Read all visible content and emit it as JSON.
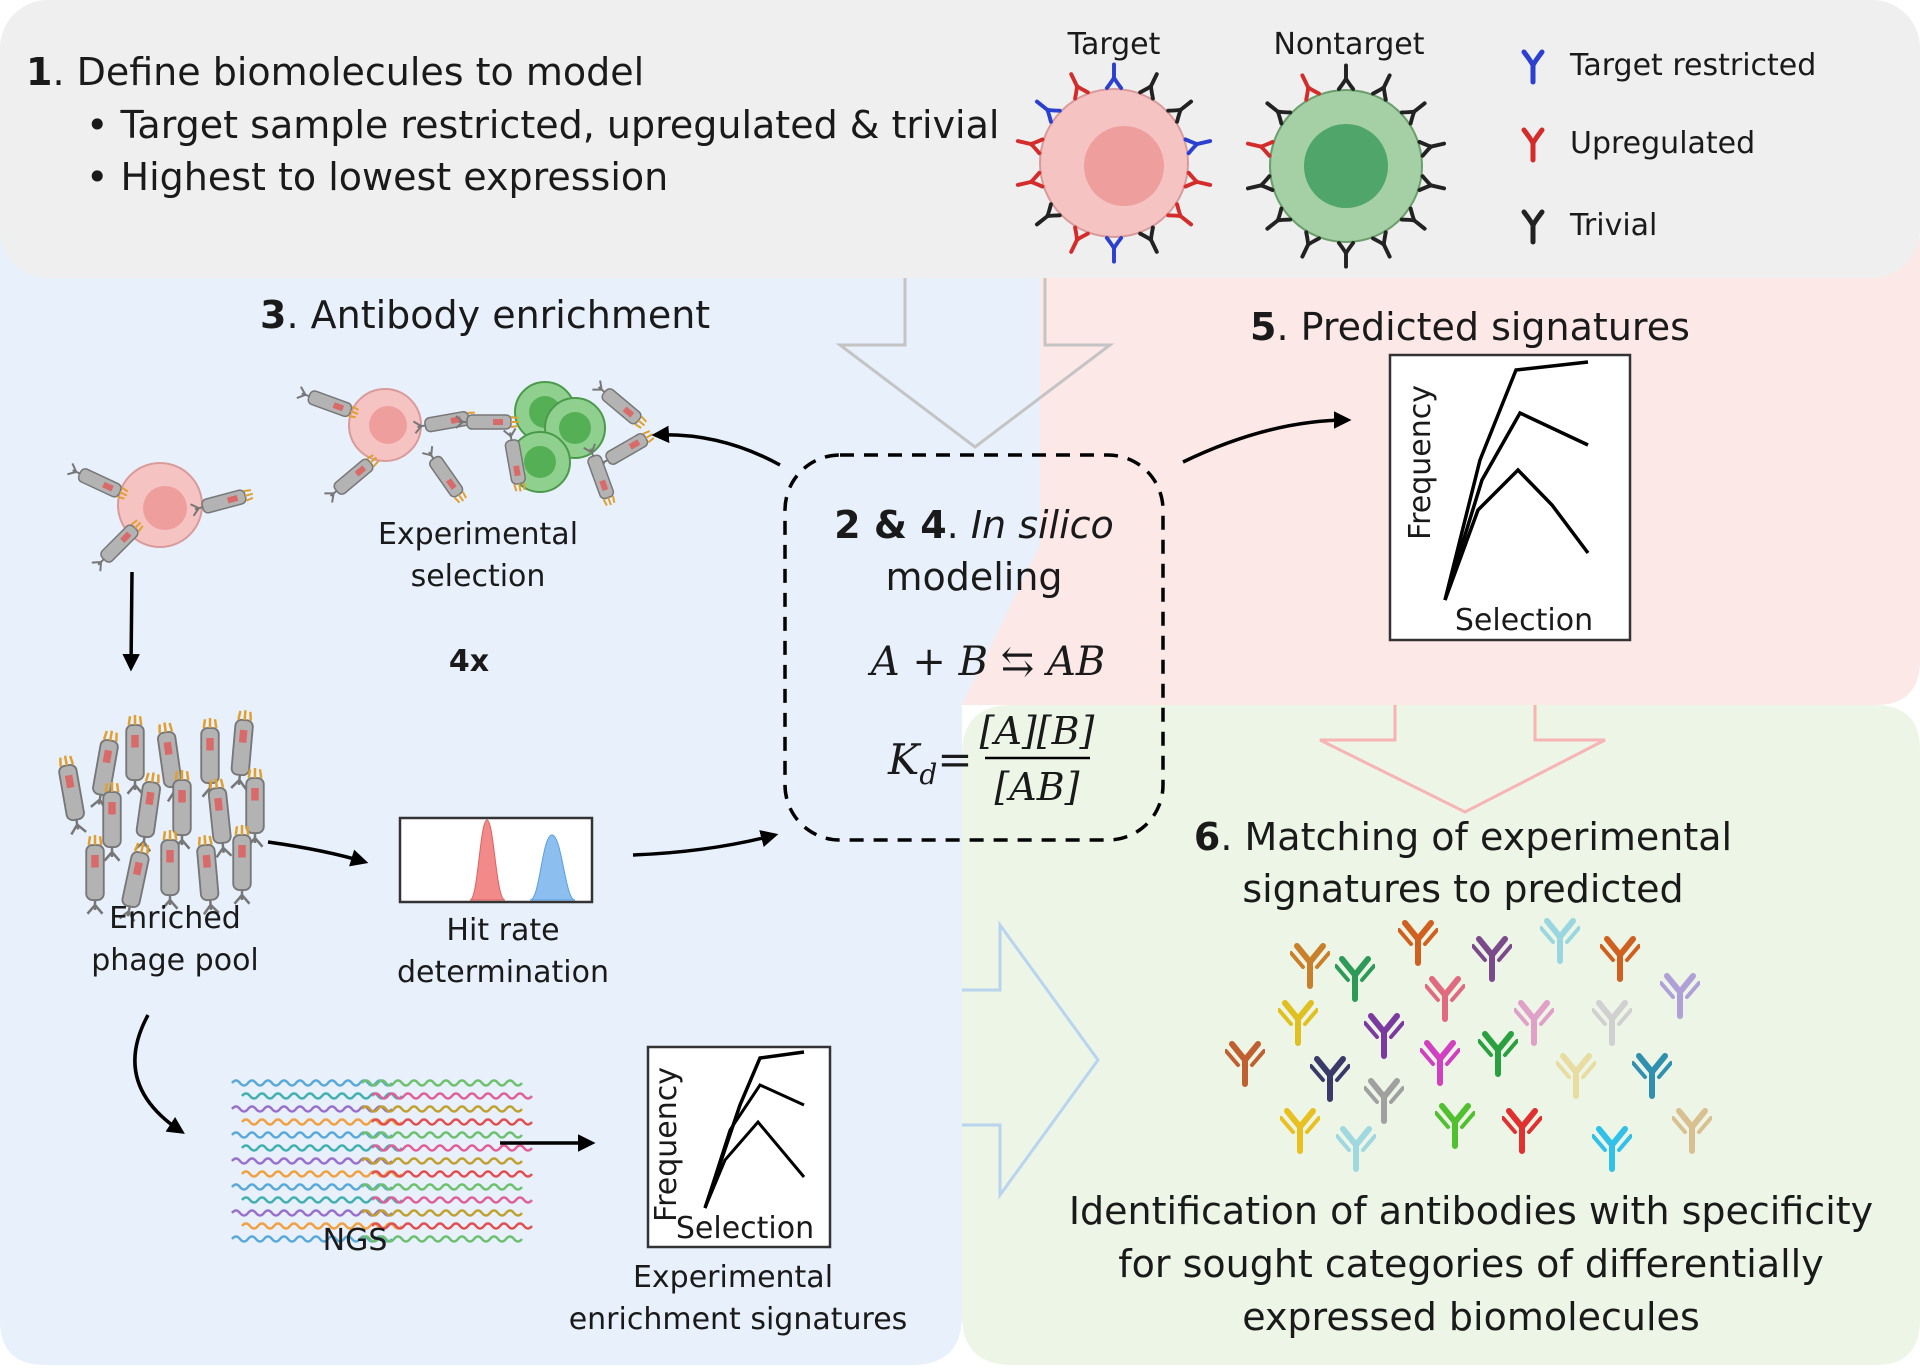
{
  "step1": {
    "num": "1",
    "title": ". Define biomolecules to model",
    "bullets": [
      "Target sample restricted, upregulated & trivial",
      "Highest to lowest expression"
    ],
    "target_label": "Target",
    "nontarget_label": "Nontarget"
  },
  "legend": [
    {
      "label": "Target restricted",
      "color": "#2b3fd0"
    },
    {
      "label": "Upregulated",
      "color": "#d42b2b"
    },
    {
      "label": "Trivial",
      "color": "#222222"
    }
  ],
  "step3": {
    "num": "3",
    "title": ". Antibody enrichment",
    "experimental_selection": [
      "Experimental",
      "selection"
    ],
    "repeat": "4x",
    "enriched_pool": [
      "Enriched",
      "phage pool"
    ],
    "hit_rate": [
      "Hit rate",
      "determination"
    ],
    "ngs": "NGS",
    "exp_signatures": [
      "Experimental",
      "enrichment signatures"
    ],
    "freq_label": "Frequency",
    "sel_label": "Selection"
  },
  "step24": {
    "num": "2 & 4",
    "sep": ". ",
    "italic": "In silico",
    "line2": "modeling",
    "eq1": "A + B ⇆ AB",
    "kd": "K",
    "kd_sub": "d",
    "eq_sign": "=",
    "numerator": "[A][B]",
    "denominator": "[AB]"
  },
  "step5": {
    "num": "5",
    "title": ". Predicted signatures",
    "freq_label": "Frequency",
    "sel_label": "Selection"
  },
  "step6": {
    "num": "6",
    "title1": ". Matching of experimental",
    "title2": "signatures to predicted",
    "result": [
      "Identification of antibodies with specificity",
      "for sought categories of differentially",
      "expressed biomolecules"
    ]
  },
  "colors": {
    "top_panel": "#efefef",
    "blue_panel": "#e8f0fb",
    "red_panel": "#fde8e8",
    "green_panel": "#edf5e6"
  }
}
